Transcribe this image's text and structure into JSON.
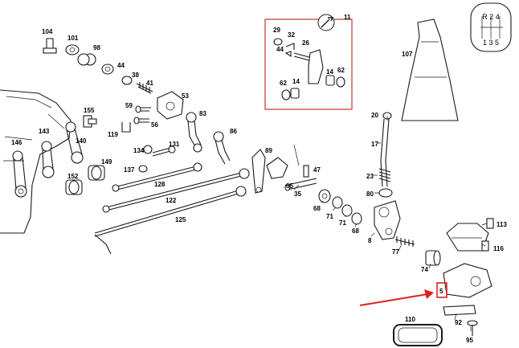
{
  "diagram": {
    "labels": {
      "l104": "104",
      "l101": "101",
      "l98": "98",
      "l44": "44",
      "l38": "38",
      "l41": "41",
      "l53": "53",
      "l155": "155",
      "l59": "59",
      "l83": "83",
      "l143": "143",
      "l56": "56",
      "l119": "119",
      "l146": "146",
      "l140": "140",
      "l134": "134",
      "l131": "131",
      "l86": "86",
      "l137": "137",
      "l149": "149",
      "l152": "152",
      "l128": "128",
      "l89": "89",
      "l122": "122",
      "l125": "125",
      "l65": "65",
      "l47": "47",
      "l35": "35",
      "l68a": "68",
      "l71a": "71",
      "l71b": "71",
      "l68b": "68",
      "l11": "11",
      "l29": "29",
      "l32": "32",
      "l26": "26",
      "l44b": "44",
      "l62a": "62",
      "l14a": "14",
      "l14b": "14",
      "l62b": "62",
      "l107": "107",
      "l20": "20",
      "l17": "17",
      "l23": "23",
      "l80": "80",
      "l8": "8",
      "l77": "77",
      "l113": "113",
      "l116": "116",
      "l74": "74",
      "l5": "5",
      "l110": "110",
      "l92": "92",
      "l95": "95"
    },
    "shift_pattern": {
      "top": "R 2 4",
      "bottom": "1 3 5"
    },
    "colors": {
      "highlight": "#e02020",
      "arrow": "#e02020",
      "inset_border": "#c0392b",
      "line": "#1a1a1a"
    },
    "icons": {
      "wrench": "wrench-icon"
    }
  }
}
